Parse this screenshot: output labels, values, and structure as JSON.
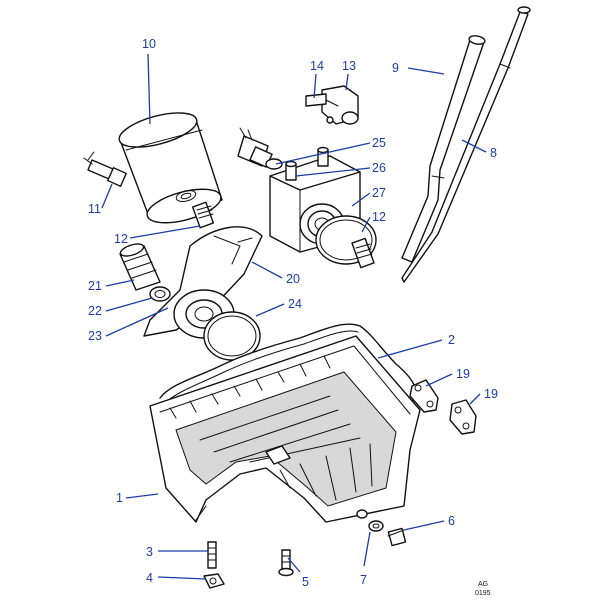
{
  "diagram": {
    "callouts": [
      {
        "id": "10",
        "label": "10"
      },
      {
        "id": "14",
        "label": "14"
      },
      {
        "id": "13",
        "label": "13"
      },
      {
        "id": "9",
        "label": "9"
      },
      {
        "id": "8",
        "label": "8"
      },
      {
        "id": "25",
        "label": "25"
      },
      {
        "id": "26",
        "label": "26"
      },
      {
        "id": "27",
        "label": "27"
      },
      {
        "id": "12a",
        "label": "12"
      },
      {
        "id": "11",
        "label": "11"
      },
      {
        "id": "12b",
        "label": "12"
      },
      {
        "id": "20",
        "label": "20"
      },
      {
        "id": "21",
        "label": "21"
      },
      {
        "id": "22",
        "label": "22"
      },
      {
        "id": "23",
        "label": "23"
      },
      {
        "id": "24",
        "label": "24"
      },
      {
        "id": "2",
        "label": "2"
      },
      {
        "id": "19a",
        "label": "19"
      },
      {
        "id": "19b",
        "label": "19"
      },
      {
        "id": "1",
        "label": "1"
      },
      {
        "id": "6",
        "label": "6"
      },
      {
        "id": "3",
        "label": "3"
      },
      {
        "id": "4",
        "label": "4"
      },
      {
        "id": "5",
        "label": "5"
      },
      {
        "id": "7",
        "label": "7"
      }
    ],
    "stamp": {
      "line1": "AG",
      "line2": "0195"
    },
    "colors": {
      "callout": "#1a3da8",
      "ink": "#111111"
    }
  }
}
